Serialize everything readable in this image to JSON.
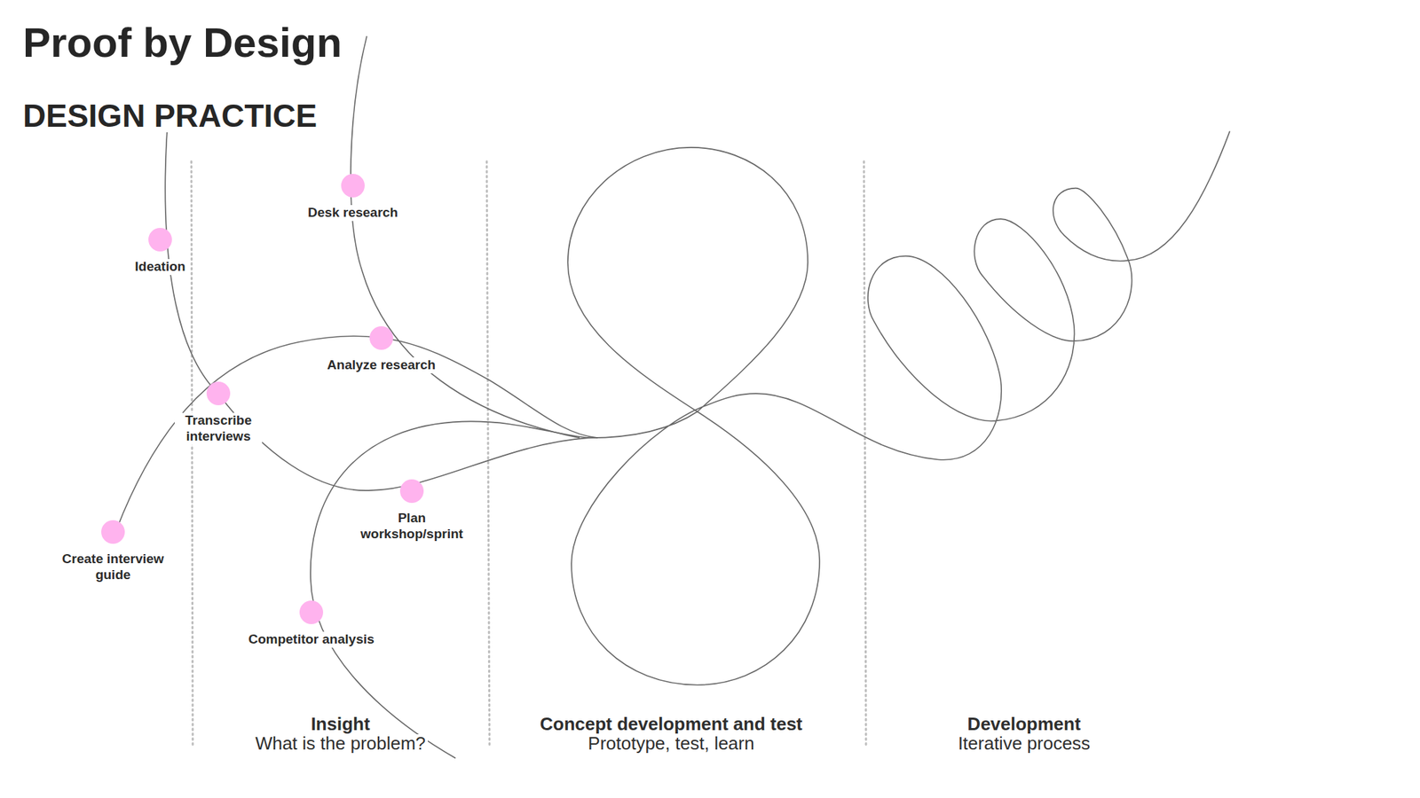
{
  "diagram": {
    "title": "Proof by Design",
    "nodes": [
      {
        "text": [
          "Desk research"
        ]
      },
      {
        "text": [
          "Ideation"
        ]
      },
      {
        "text": [
          "Analyze research"
        ]
      },
      {
        "text": [
          "Transcribe interviews"
        ]
      },
      {
        "text": [
          "Plan workshop/sprint"
        ]
      },
      {
        "text": [
          "Create interview guide"
        ]
      },
      {
        "text": [
          "Competitor analysis"
        ]
      }
    ],
    "labels": [
      "DESIGN PRACTICE",
      "Insight",
      "What is the problem?",
      "Concept development and test",
      "Prototype, test, learn",
      "Development",
      "Iterative process"
    ]
  }
}
